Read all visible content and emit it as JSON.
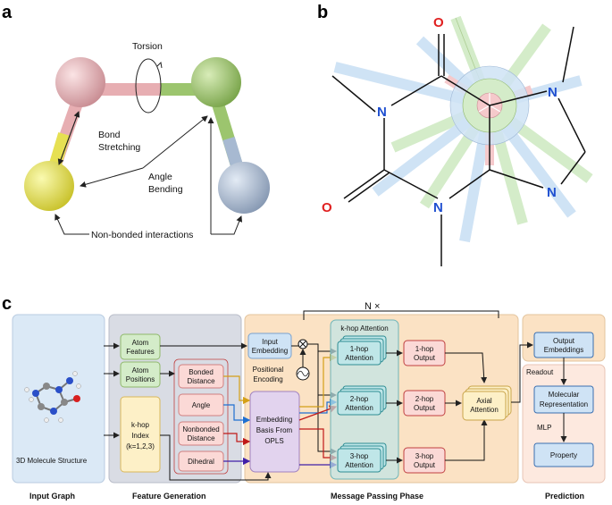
{
  "panels": {
    "a": "a",
    "b": "b",
    "c": "c"
  },
  "panel_a": {
    "torsion": "Torsion",
    "bond": "Bond",
    "stretching": "Stretching",
    "angle": "Angle",
    "bending": "Bending",
    "nonbonded": "Non-bonded interactions"
  },
  "panel_b": {
    "atoms": [
      "O",
      "N",
      "N",
      "N",
      "O",
      "N"
    ]
  },
  "panel_c": {
    "n_times": "N ×",
    "input_graph": {
      "box_label": "3D Molecule Structure",
      "section": "Input Graph"
    },
    "feature_generation": {
      "section": "Feature Generation",
      "atom_features": [
        "Atom",
        "Features"
      ],
      "atom_positions": [
        "Atom",
        "Positions"
      ],
      "khop_index": [
        "k-hop",
        "Index",
        "(k=1,2,3)"
      ],
      "bonded_distance": [
        "Bonded",
        "Distance"
      ],
      "angle": "Angle",
      "nonbonded_distance": [
        "Nonbonded",
        "Distance"
      ],
      "dihedral": "Dihedral"
    },
    "message_passing": {
      "section": "Message Passing Phase",
      "input_embedding": [
        "Input",
        "Embedding"
      ],
      "positional_encoding": [
        "Positional",
        "Encoding"
      ],
      "embedding_basis": [
        "Embedding",
        "Basis From",
        "OPLS"
      ],
      "khop_attention_title": "k-hop Attention",
      "attn_1": [
        "1-hop",
        "Attention"
      ],
      "attn_2": [
        "2-hop",
        "Attention"
      ],
      "attn_3": [
        "3-hop",
        "Attention"
      ],
      "out_1": [
        "1-hop",
        "Output"
      ],
      "out_2": [
        "2-hop",
        "Output"
      ],
      "out_3": [
        "3-hop",
        "Output"
      ],
      "axial": [
        "Axial",
        "Attention"
      ]
    },
    "prediction": {
      "section": "Prediction",
      "output_embeddings": [
        "Output",
        "Embeddings"
      ],
      "readout": "Readout",
      "molecular_representation": [
        "Molecular",
        "Representation"
      ],
      "mlp": "MLP",
      "property": "Property"
    }
  },
  "colors": {
    "input_graph_bg": "#dbe9f6",
    "feature_bg": "#d9dce4",
    "message_bg": "#fbe2c4",
    "prediction_bg": "#fde9df",
    "green_box": "#d4ecc9",
    "red_box": "#fbd9d6",
    "yellow_box": "#fdf0c7",
    "purple_box": "#e2d3ee",
    "blue_box": "#cfe3f5",
    "teal_box": "#bfe6e8",
    "atom_pink": "#e7aeb2",
    "atom_green": "#9cc56e",
    "atom_yellow": "#e6e052",
    "atom_blue": "#a7b9d1"
  }
}
